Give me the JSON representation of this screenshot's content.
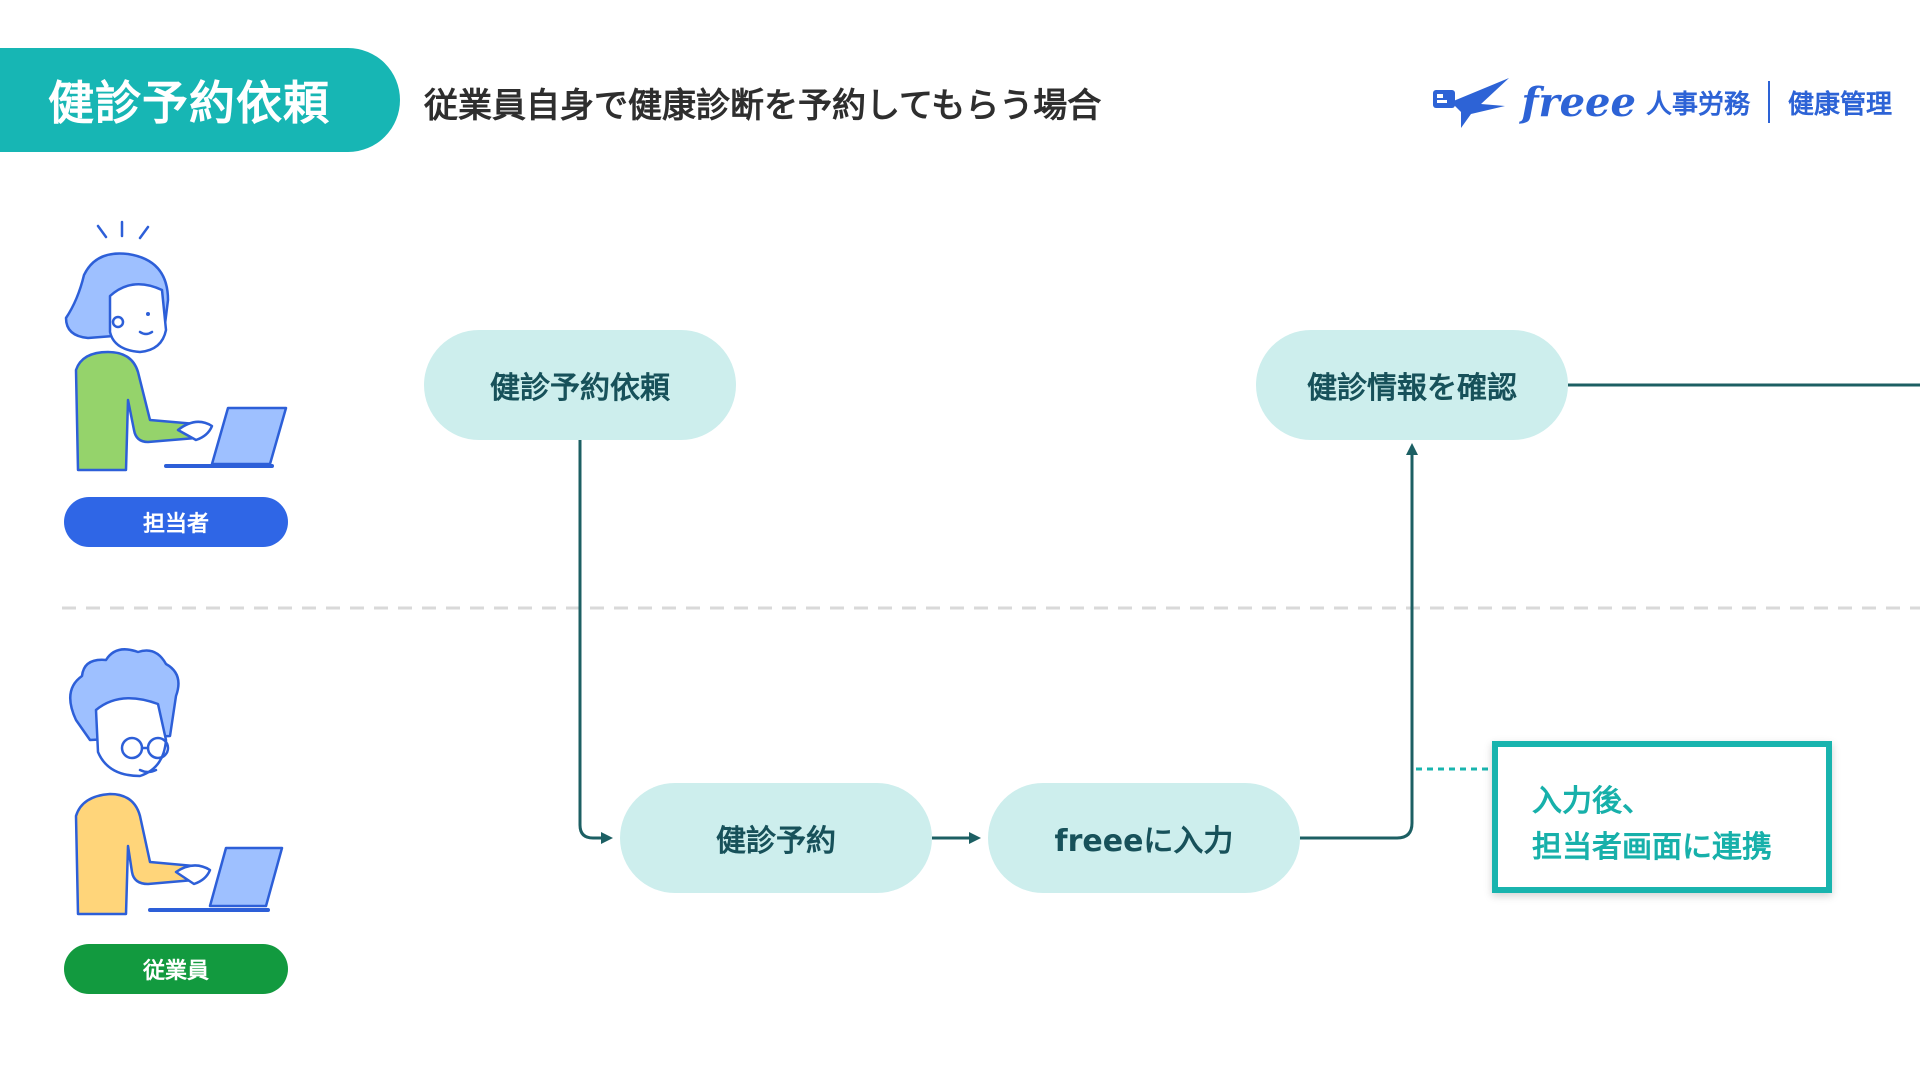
{
  "header": {
    "title": "健診予約依頼",
    "subtitle": "従業員自身で健康診断を予約してもらう場合"
  },
  "brand": {
    "wordmark": "freee",
    "product": "人事労務",
    "module": "健康管理",
    "color": "#2d63d6"
  },
  "lanes": {
    "admin": {
      "label": "担当者",
      "color": "#2f66e6"
    },
    "employee": {
      "label": "従業員",
      "color": "#129a3f"
    }
  },
  "steps": {
    "request": "健診予約依頼",
    "confirm": "健診情報を確認",
    "reserve": "健診予約",
    "input": "freeeに入力"
  },
  "note": {
    "line1": "入力後、",
    "line2": "担当者画面に連携"
  },
  "colors": {
    "accent": "#17b6b4",
    "pill_bg": "#cdeeed",
    "pill_text": "#17515a",
    "connector": "#1c5f63"
  }
}
